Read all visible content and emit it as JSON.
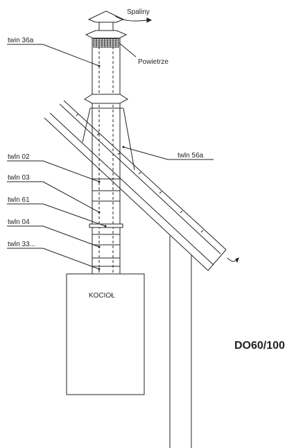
{
  "labels": {
    "exhaust": "Spaliny",
    "air": "Powietrze",
    "twin36a": "twin 36a",
    "twin02": "twln 02",
    "twin03": "twln 03",
    "twin61": "twln 61",
    "twin04": "twln 04",
    "twin33": "twln 33...",
    "twin56a": "twln 56a",
    "boiler": "KOCIOŁ",
    "model": "DO60/100"
  }
}
